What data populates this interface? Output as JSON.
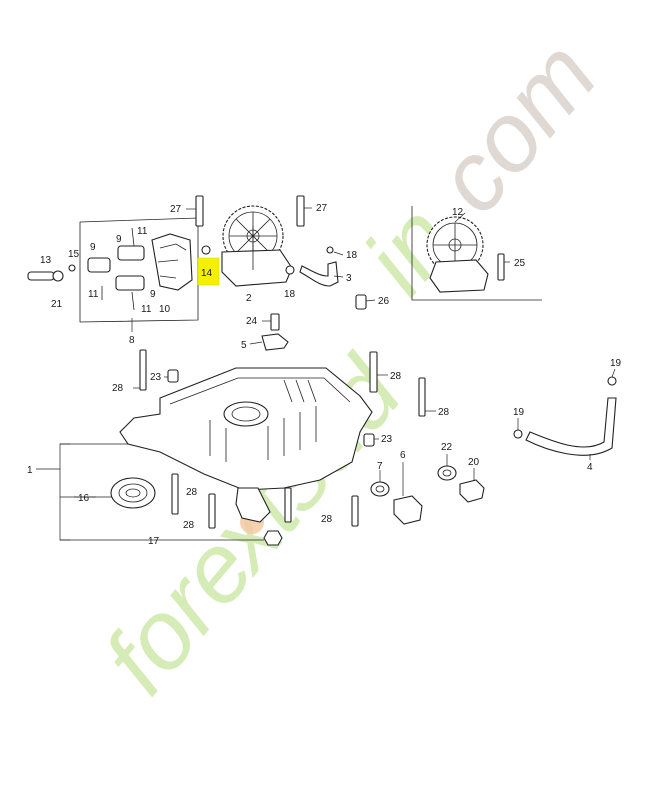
{
  "watermark": {
    "text_a": "fore",
    "text_b": "xtsud",
    "text_c": "in",
    "text_d": ".com",
    "color_green": "#c8e6a0",
    "color_orange": "#f4c9a4",
    "color_gray": "#d6ccc4"
  },
  "highlight": {
    "label": "14",
    "color": "#f4f000"
  },
  "callouts": [
    {
      "id": "c13",
      "text": "13"
    },
    {
      "id": "c15",
      "text": "15"
    },
    {
      "id": "c21",
      "text": "21"
    },
    {
      "id": "c9a",
      "text": "9"
    },
    {
      "id": "c9b",
      "text": "9"
    },
    {
      "id": "c9c",
      "text": "9"
    },
    {
      "id": "c11a",
      "text": "11"
    },
    {
      "id": "c11b",
      "text": "11"
    },
    {
      "id": "c11c",
      "text": "11"
    },
    {
      "id": "c10",
      "text": "10"
    },
    {
      "id": "c8",
      "text": "8"
    },
    {
      "id": "c27a",
      "text": "27"
    },
    {
      "id": "c27b",
      "text": "27"
    },
    {
      "id": "c2",
      "text": "2"
    },
    {
      "id": "c18a",
      "text": "18"
    },
    {
      "id": "c18b",
      "text": "18"
    },
    {
      "id": "c3",
      "text": "3"
    },
    {
      "id": "c12",
      "text": "12"
    },
    {
      "id": "c25",
      "text": "25"
    },
    {
      "id": "c26",
      "text": "26"
    },
    {
      "id": "c24",
      "text": "24"
    },
    {
      "id": "c5",
      "text": "5"
    },
    {
      "id": "c28a",
      "text": "28"
    },
    {
      "id": "c28b",
      "text": "28"
    },
    {
      "id": "c28c",
      "text": "28"
    },
    {
      "id": "c28d",
      "text": "28"
    },
    {
      "id": "c28e",
      "text": "28"
    },
    {
      "id": "c28f",
      "text": "28"
    },
    {
      "id": "c23a",
      "text": "23"
    },
    {
      "id": "c23b",
      "text": "23"
    },
    {
      "id": "c19a",
      "text": "19"
    },
    {
      "id": "c19b",
      "text": "19"
    },
    {
      "id": "c4",
      "text": "4"
    },
    {
      "id": "c22",
      "text": "22"
    },
    {
      "id": "c20",
      "text": "20"
    },
    {
      "id": "c7",
      "text": "7"
    },
    {
      "id": "c6",
      "text": "6"
    },
    {
      "id": "c1",
      "text": "1"
    },
    {
      "id": "c16",
      "text": "16"
    },
    {
      "id": "c17",
      "text": "17"
    }
  ]
}
